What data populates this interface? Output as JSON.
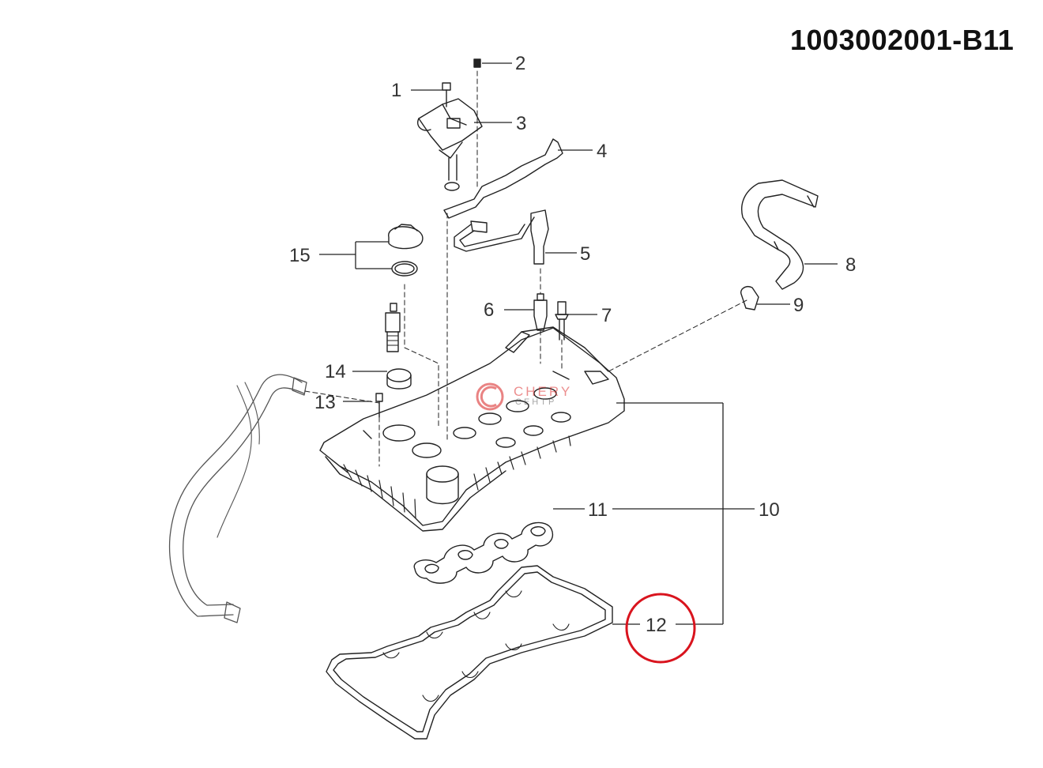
{
  "diagram": {
    "part_number": "1003002001-B11",
    "callouts": [
      "1",
      "2",
      "3",
      "4",
      "5",
      "6",
      "7",
      "8",
      "9",
      "10",
      "11",
      "12",
      "13",
      "14",
      "15"
    ],
    "highlighted_callout": "12",
    "highlight_color": "#d9141e",
    "watermark": {
      "brand": "CHERY",
      "subtext": "CEHTP",
      "color": "#dc3232"
    }
  }
}
